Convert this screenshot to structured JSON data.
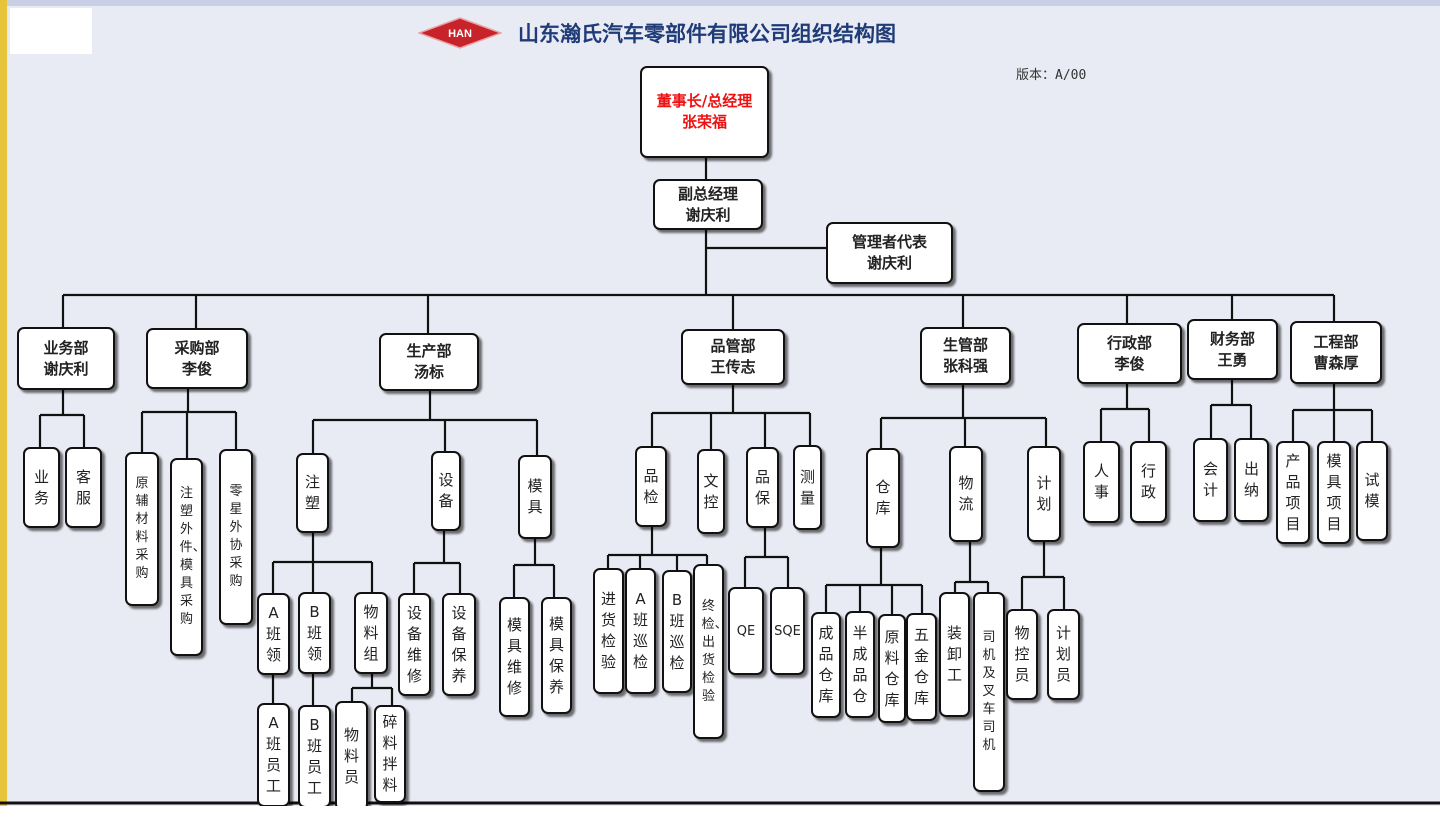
{
  "title": "山东瀚氏汽车零部件有限公司组织结构图",
  "version": "版本：A/00",
  "logo": "HAN",
  "colors": {
    "accent": "#1f3b78",
    "red": "#ee1111",
    "logo": "#c8222a"
  },
  "nodes": [
    {
      "id": "ceo",
      "lines": [
        "董事长/总经理",
        "张荣福"
      ],
      "red": true
    },
    {
      "id": "vgm",
      "lines": [
        "副总经理",
        "谢庆利"
      ]
    },
    {
      "id": "mgr-rep",
      "lines": [
        "管理者代表",
        "谢庆利"
      ]
    },
    {
      "id": "sales",
      "lines": [
        "业务部",
        "谢庆利"
      ]
    },
    {
      "id": "purchase",
      "lines": [
        "采购部",
        "李俊"
      ]
    },
    {
      "id": "production",
      "lines": [
        "生产部",
        "汤标"
      ]
    },
    {
      "id": "quality",
      "lines": [
        "品管部",
        "王传志"
      ]
    },
    {
      "id": "prodmgmt",
      "lines": [
        "生管部",
        "张科强"
      ]
    },
    {
      "id": "admin",
      "lines": [
        "行政部",
        "李俊"
      ]
    },
    {
      "id": "finance",
      "lines": [
        "财务部",
        "王勇"
      ]
    },
    {
      "id": "engineering",
      "lines": [
        "工程部",
        "曹森厚"
      ]
    },
    {
      "id": "s-biz",
      "text": "业务"
    },
    {
      "id": "s-service",
      "text": "客服"
    },
    {
      "id": "p-raw",
      "text": "原辅材料采购"
    },
    {
      "id": "p-mold",
      "text": "注塑外件、模具采购"
    },
    {
      "id": "p-out",
      "text": "零星外协采购"
    },
    {
      "id": "inj",
      "text": "注塑"
    },
    {
      "id": "equip",
      "text": "设备"
    },
    {
      "id": "mold",
      "text": "模具"
    },
    {
      "id": "a-lead",
      "text": "A班领"
    },
    {
      "id": "b-lead",
      "text": "B班领"
    },
    {
      "id": "mat-grp",
      "text": "物料组"
    },
    {
      "id": "a-staff",
      "text": "A班员工"
    },
    {
      "id": "b-staff",
      "text": "B班员工"
    },
    {
      "id": "mat-staff",
      "text": "物料员"
    },
    {
      "id": "crush",
      "text": "碎料拌料"
    },
    {
      "id": "eq-rep",
      "text": "设备维修"
    },
    {
      "id": "eq-mnt",
      "text": "设备保养"
    },
    {
      "id": "md-rep",
      "text": "模具维修"
    },
    {
      "id": "md-mnt",
      "text": "模具保养"
    },
    {
      "id": "qc",
      "text": "品检"
    },
    {
      "id": "doc",
      "text": "文控"
    },
    {
      "id": "qa",
      "text": "品保"
    },
    {
      "id": "measure",
      "text": "测量"
    },
    {
      "id": "incoming",
      "text": "进货检验"
    },
    {
      "id": "a-patrol",
      "text": "A班巡检"
    },
    {
      "id": "b-patrol",
      "text": "B班巡检"
    },
    {
      "id": "final",
      "text": "终检、出货检验"
    },
    {
      "id": "qe",
      "text": "QE",
      "horiz": true
    },
    {
      "id": "sqe",
      "text": "SQE",
      "horiz": true
    },
    {
      "id": "wh",
      "text": "仓库"
    },
    {
      "id": "logi",
      "text": "物流"
    },
    {
      "id": "plan",
      "text": "计划"
    },
    {
      "id": "fg-wh",
      "text": "成品仓库"
    },
    {
      "id": "semi-wh",
      "text": "半成品仓"
    },
    {
      "id": "raw-wh",
      "text": "原料仓库"
    },
    {
      "id": "hw-wh",
      "text": "五金仓库"
    },
    {
      "id": "loader",
      "text": "装卸工"
    },
    {
      "id": "driver",
      "text": "司机及叉车司机"
    },
    {
      "id": "mat-ctl",
      "text": "物控员"
    },
    {
      "id": "planner",
      "text": "计划员"
    },
    {
      "id": "hr",
      "text": "人事"
    },
    {
      "id": "adm",
      "text": "行政"
    },
    {
      "id": "acct",
      "text": "会计"
    },
    {
      "id": "cashier",
      "text": "出纳"
    },
    {
      "id": "prod-proj",
      "text": "产品项目"
    },
    {
      "id": "mold-proj",
      "text": "模具项目"
    },
    {
      "id": "trial",
      "text": "试模"
    }
  ]
}
